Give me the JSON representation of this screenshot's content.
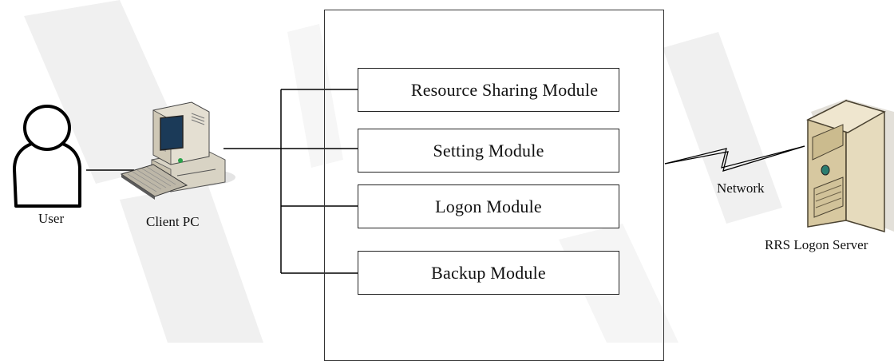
{
  "actors": {
    "user_label": "User",
    "client_label": "Client PC",
    "server_label": "RRS Logon Server"
  },
  "modules": [
    "Resource Sharing Module",
    "Setting Module",
    "Logon Module",
    "Backup Module"
  ],
  "network_label": "Network",
  "colors": {
    "line": "#000000",
    "box_border": "#222222",
    "watermark": "#ececec",
    "pc_body": "#e2ddd0",
    "monitor_screen": "#1b3a58",
    "server_body": "#d9cba4"
  },
  "icons": {
    "user": "user-icon",
    "client": "desktop-computer-icon",
    "server": "server-tower-icon",
    "network": "lightning-link-icon"
  }
}
